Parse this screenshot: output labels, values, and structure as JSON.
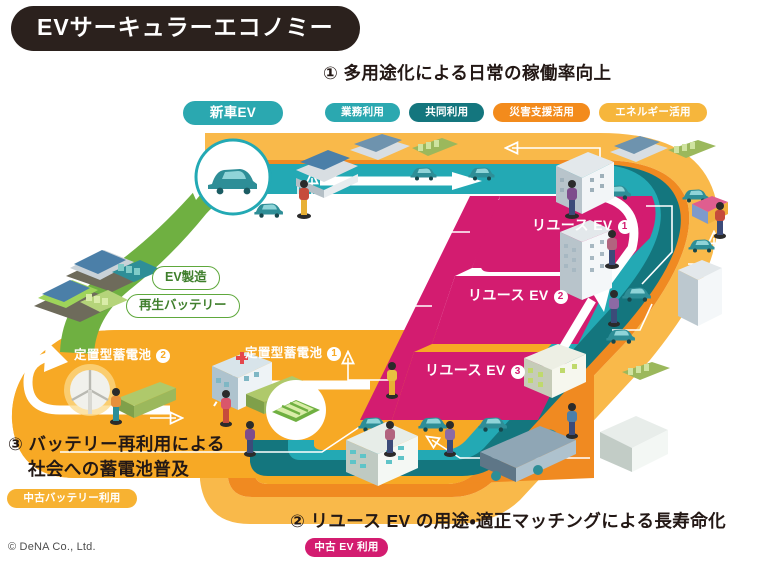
{
  "title": "EVサーキュラーエコノミー",
  "sections": {
    "one": {
      "heading": "① 多用途化による日常の稼働率向上",
      "tags": [
        {
          "label": "業務利用",
          "color": "#2BA8B0"
        },
        {
          "label": "共同利用",
          "color": "#14767E"
        },
        {
          "label": "災害支援活用",
          "color": "#F38B1C"
        },
        {
          "label": "エネルギー活用",
          "color": "#F6B63C"
        }
      ]
    },
    "two": {
      "heading": "② リユース EV の用途・適正マッチングによる長寿命化",
      "tag": "中古 EV 利用",
      "tag_color": "#D31C70"
    },
    "three": {
      "heading_line1": "③ バッテリー再利用による",
      "heading_line2": "社会への蓄電池普及",
      "tag": "中古バッテリー利用",
      "tag_color": "#F7B232"
    }
  },
  "labels": {
    "new_car_ev": "新車EV",
    "ev_manufacturing": "EV製造",
    "recycled_battery": "再生バッテリー",
    "reuse_ev_1": "リユース EV",
    "reuse_ev_1_num": "❶",
    "reuse_ev_2": "リユース EV",
    "reuse_ev_2_num": "❷",
    "reuse_ev_3": "リユース EV",
    "reuse_ev_3_num": "❸",
    "stationary_storage_1": "定置型蓄電池",
    "stationary_storage_1_num": "❶",
    "stationary_storage_2": "定置型蓄電池",
    "stationary_storage_2_num": "❷"
  },
  "copyright": "© DeNA Co., Ltd.",
  "colors": {
    "title_pill": "#2B211D",
    "green_band": "#6FB041",
    "teal_band": "#23A9B4",
    "dark_teal_band": "#14767E",
    "magenta_band": "#D31C70",
    "orange_band": "#F7A925",
    "deep_orange_band": "#F08A21",
    "amber_band": "#F9B94A",
    "background": "#FFFFFF",
    "text": "#231815"
  }
}
